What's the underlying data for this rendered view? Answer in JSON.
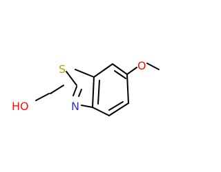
{
  "molecule": {
    "atoms": {
      "sulfur": {
        "label": "S",
        "color": "#b5a200"
      },
      "nitrogen": {
        "label": "N",
        "color": "#2d33cf"
      },
      "hydroxyl": {
        "label": "HO",
        "color": "#ff0d0d"
      },
      "ether_oxygen": {
        "label": "O",
        "color": "#ff0d0d"
      }
    },
    "bond_color": "#000000"
  }
}
